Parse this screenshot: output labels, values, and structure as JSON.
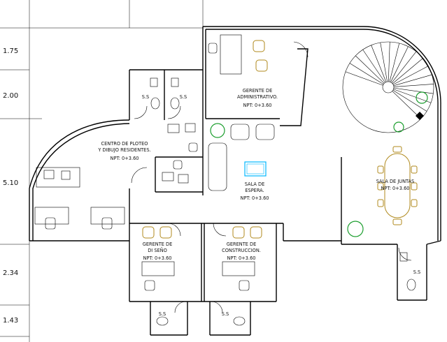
{
  "dimensions": [
    {
      "text": "1.75"
    },
    {
      "text": "2.00"
    },
    {
      "text": "5.10"
    },
    {
      "text": "2.34"
    },
    {
      "text": "1.43"
    }
  ],
  "rooms": {
    "gerente_admin": [
      "GERENTE DE",
      "ADMINISTRATIVO.",
      "NPT: 0+3.60"
    ],
    "ploteo": [
      "CENTRO DE PLOTEO",
      "Y DIBUJO RESIDENTES.",
      "NPT: 0+3.60"
    ],
    "sala_espera": [
      "SALA DE",
      "ESPERA.",
      "NPT: 0+3.60"
    ],
    "sala_juntas": [
      "SALA DE JUNTAS",
      "NPT: 0+3.60"
    ],
    "gerente_diseno": [
      "GERENTE DE",
      "DI SEÑO",
      "NPT: 0+3.60"
    ],
    "gerente_construccion": [
      "GERENTE DE",
      "CONSTRUCCION.",
      "NPT: 0+3.60"
    ]
  },
  "ss_labels": [
    "S.S",
    "S.S",
    "S.S",
    "S.S",
    "S.S"
  ],
  "colors": {
    "walls": "#000000",
    "chairs": "#b08a1e",
    "plants": "#1c9e2e",
    "tv": "#00b7ff"
  }
}
